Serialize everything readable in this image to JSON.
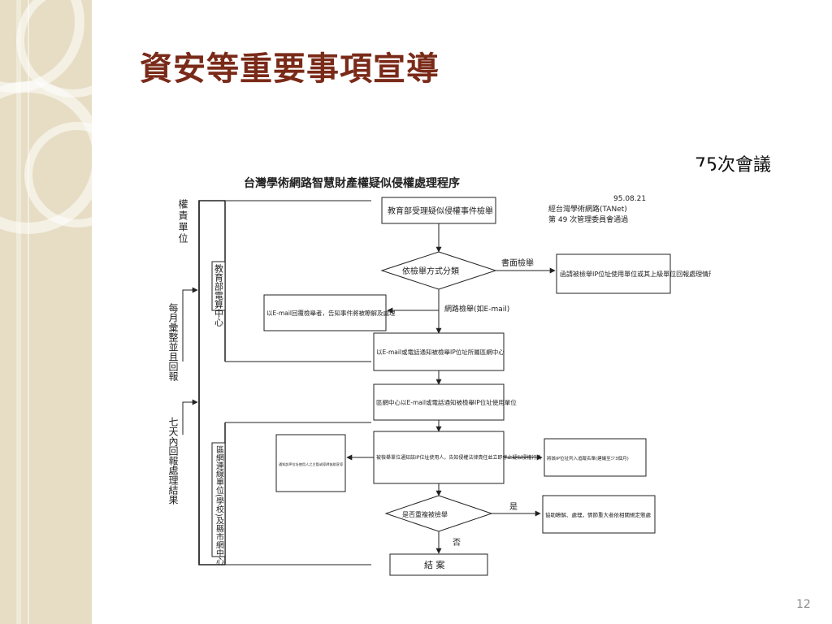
{
  "slide": {
    "title": "資安等重要事項宣導",
    "side_line1": "75次會議",
    "side_line2": "; 。",
    "page_number": "12"
  },
  "diagram": {
    "heading": "台灣學術網路智慧財產權疑似侵權處理程序",
    "note_date": "95.08.21",
    "note_line2": "經台灣學術網路(TANet)",
    "note_line3": "第 49 次管理委員會通過",
    "left_col_top": "權責單位",
    "left_col_mid": "每月彙整並且回報",
    "left_col_bottom": "七天內回報處理結果",
    "unit_moe": "教育部電算中心",
    "unit_regional": "區網連線單位(學校)及縣市網中心",
    "box_receive": "教育部受理疑似侵權事件檢舉",
    "decision_classify": "依檢舉方式分類",
    "edge_written": "書面檢舉",
    "box_written": "函請被檢舉IP位址使用單位或其上級單位回報處理情形",
    "edge_network": "網路檢舉(如E-mail)",
    "box_email_reply": "以E-mail回覆檢舉者，告知事件將被瞭解及處理",
    "box_notify_regional": "以E-mail或電話通知被檢舉IP位址所屬區網中心",
    "box_regional_notify": "區網中心以E-mail或電話通知被檢舉IP位址使用單位",
    "box_unit_notify": "被檢舉單位通知該IP位址使用人，告知侵權法律責任並立即停止疑似侵權行為",
    "box_notify_manager": "通知該IP位址使用人之主管或導師協助宣導",
    "box_tracking": "將該IP位址列入追蹤名單(建議至少3個月)",
    "decision_repeat": "是否重複被檢舉",
    "edge_yes": "是",
    "edge_no": "否",
    "box_assist": "協助瞭解、處理，情節重大者依相關規定懲處",
    "box_close": "結 案"
  }
}
